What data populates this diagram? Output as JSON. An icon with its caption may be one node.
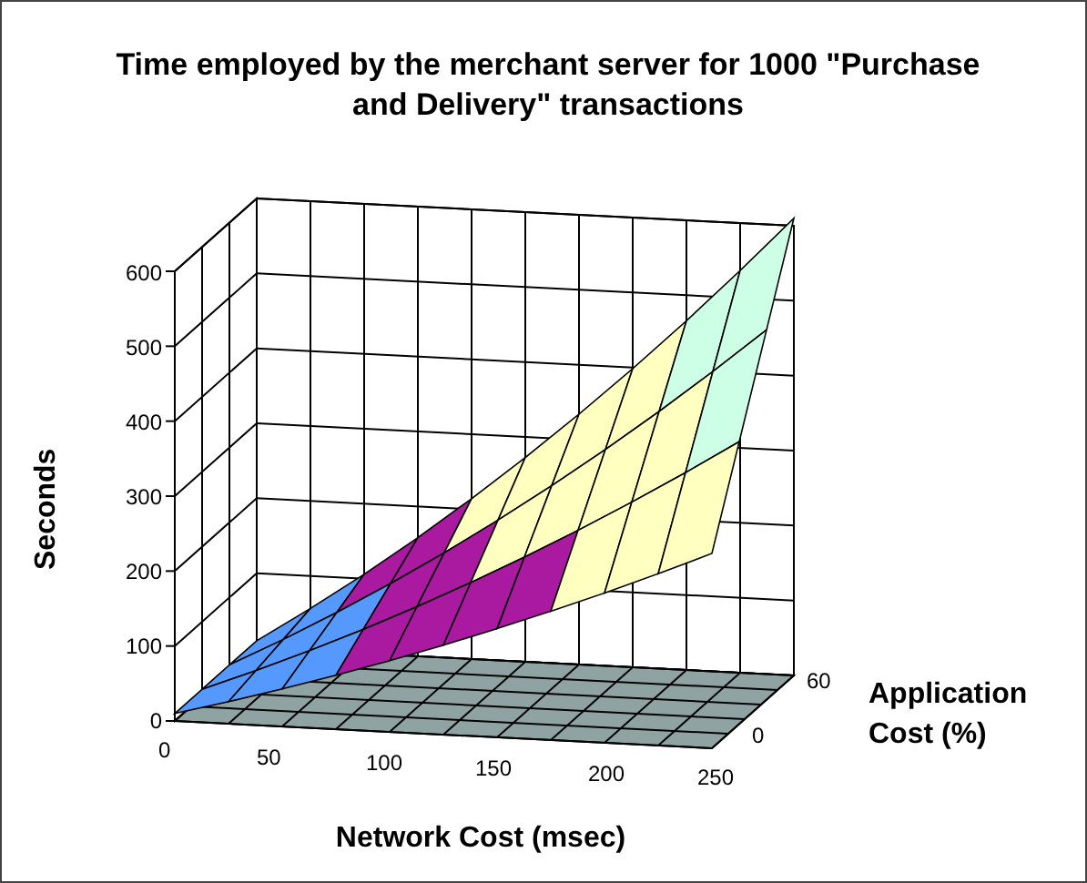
{
  "diagram": {
    "title": "Time employed by the merchant server for 1000 \"Purchase and Delivery\" transactions",
    "labels": [
      "600",
      "500",
      "400",
      "300",
      "200",
      "100",
      "0",
      "Seconds",
      "60",
      "0",
      "Application Cost (%)",
      "0",
      "50",
      "100",
      "150",
      "200",
      "250",
      "Network Cost (msec)"
    ]
  }
}
